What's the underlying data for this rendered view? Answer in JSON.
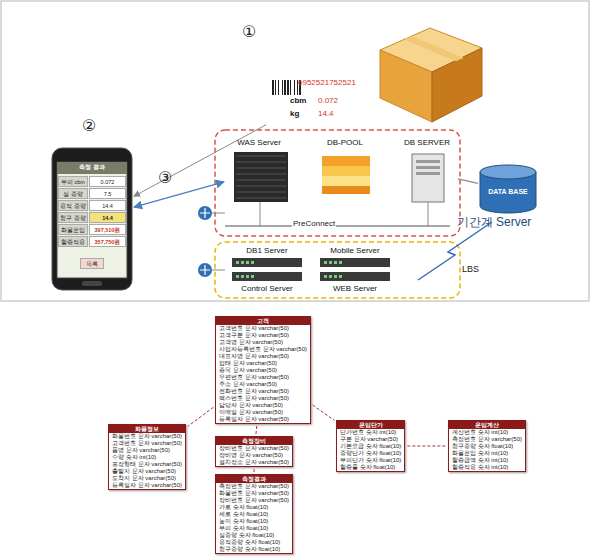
{
  "diagram": {
    "nodes": [
      {
        "text": [
          "6952521752521",
          "cbm",
          "0.072",
          "kg",
          "14.4"
        ]
      },
      {
        "text": [
          "측정 결과"
        ]
      },
      {
        "text": [
          "WAS Server"
        ]
      },
      {
        "text": [
          "DB-POOL"
        ]
      },
      {
        "text": [
          "DB SERVER"
        ]
      },
      {
        "text": [
          "DATA BASE",
          "기간계 Server"
        ]
      },
      {
        "text": [
          "DB1 Server"
        ]
      },
      {
        "text": [
          "Mobile Server"
        ]
      },
      {
        "text": [
          "Control Server"
        ]
      },
      {
        "text": [
          "WEB Server"
        ]
      },
      {
        "text": [
          "고객",
          "고객번호 문자 varchar(50)",
          "고객구분 문자 varchar(50)",
          "고객명 문자 varchar(50)",
          "사업자등록번호 문자 varchar(50)",
          "대표자명 문자 varchar(50)",
          "업태 문자 varchar(50)",
          "종목 문자 varchar(50)",
          "우편번호 문자 varchar(50)",
          "주소 문자 varchar(50)",
          "전화번호 문자 varchar(50)",
          "팩스번호 문자 varchar(50)",
          "담당자 문자 varchar(50)",
          "이메일 문자 varchar(50)",
          "등록일자 문자 varchar(50)"
        ]
      },
      {
        "text": [
          "화물정보",
          "화물번호 문자 varchar(50)",
          "고객번호 문자 varchar(50)",
          "품명 문자 varchar(50)",
          "수량 숫자 int(10)",
          "포장형태 문자 varchar(50)",
          "출발지 문자 varchar(50)",
          "도착지 문자 varchar(50)",
          "등록일자 문자 varchar(50)"
        ]
      },
      {
        "text": [
          "측정장비",
          "장비번호 문자 varchar(50)",
          "장비명 문자 varchar(50)",
          "설치장소 문자 varchar(50)"
        ]
      },
      {
        "text": [
          "측정결과",
          "측정번호 문자 varchar(50)",
          "화물번호 문자 varchar(50)",
          "장비번호 문자 varchar(50)",
          "가로 숫자 float(10)",
          "세로 숫자 float(10)",
          "높이 숫자 float(10)",
          "부피 숫자 float(10)",
          "실중량 숫자 float(10)",
          "용적중량 숫자 float(10)",
          "청구중량 숫자 float(10)"
        ]
      },
      {
        "text": [
          "운임단가",
          "단가번호 숫자 int(10)",
          "구분 문자 varchar(50)",
          "기본요금 숫자 float(10)",
          "중량단가 숫자 float(10)",
          "부피단가 숫자 float(10)",
          "할증률 숫자 float(10)"
        ]
      },
      {
        "text": [
          "운임계산",
          "계산번호 숫자 int(10)",
          "측정번호 문자 varchar(50)",
          "청구중량 숫자 float(10)",
          "화물운임 숫자 int(10)",
          "할증금액 숫자 int(10)",
          "할증적용 숫자 int(10)"
        ]
      }
    ],
    "edges": [
      {
        "from": 0,
        "to": 1,
        "arrow": "to"
      },
      {
        "from": 1,
        "to": 2,
        "arrow": "both"
      },
      {
        "from": 4,
        "to": 5,
        "arrow": "none"
      },
      {
        "from": 10,
        "to": 11,
        "arrow": "none"
      },
      {
        "from": 10,
        "to": 12,
        "arrow": "none"
      },
      {
        "from": 10,
        "to": 14,
        "arrow": "none"
      },
      {
        "from": 12,
        "to": 13,
        "arrow": "none"
      },
      {
        "from": 14,
        "to": 15,
        "arrow": "none"
      }
    ],
    "labels": [
      "①",
      "②",
      "③",
      "부피 cbm",
      "0.072",
      "실 중량",
      "7.5",
      "용적 중량",
      "14.4",
      "청구 중량",
      "14.4",
      "화물운임",
      "397,510원",
      "할증적용",
      "357,750원",
      "목록",
      "PreConnect",
      "LBS"
    ]
  }
}
